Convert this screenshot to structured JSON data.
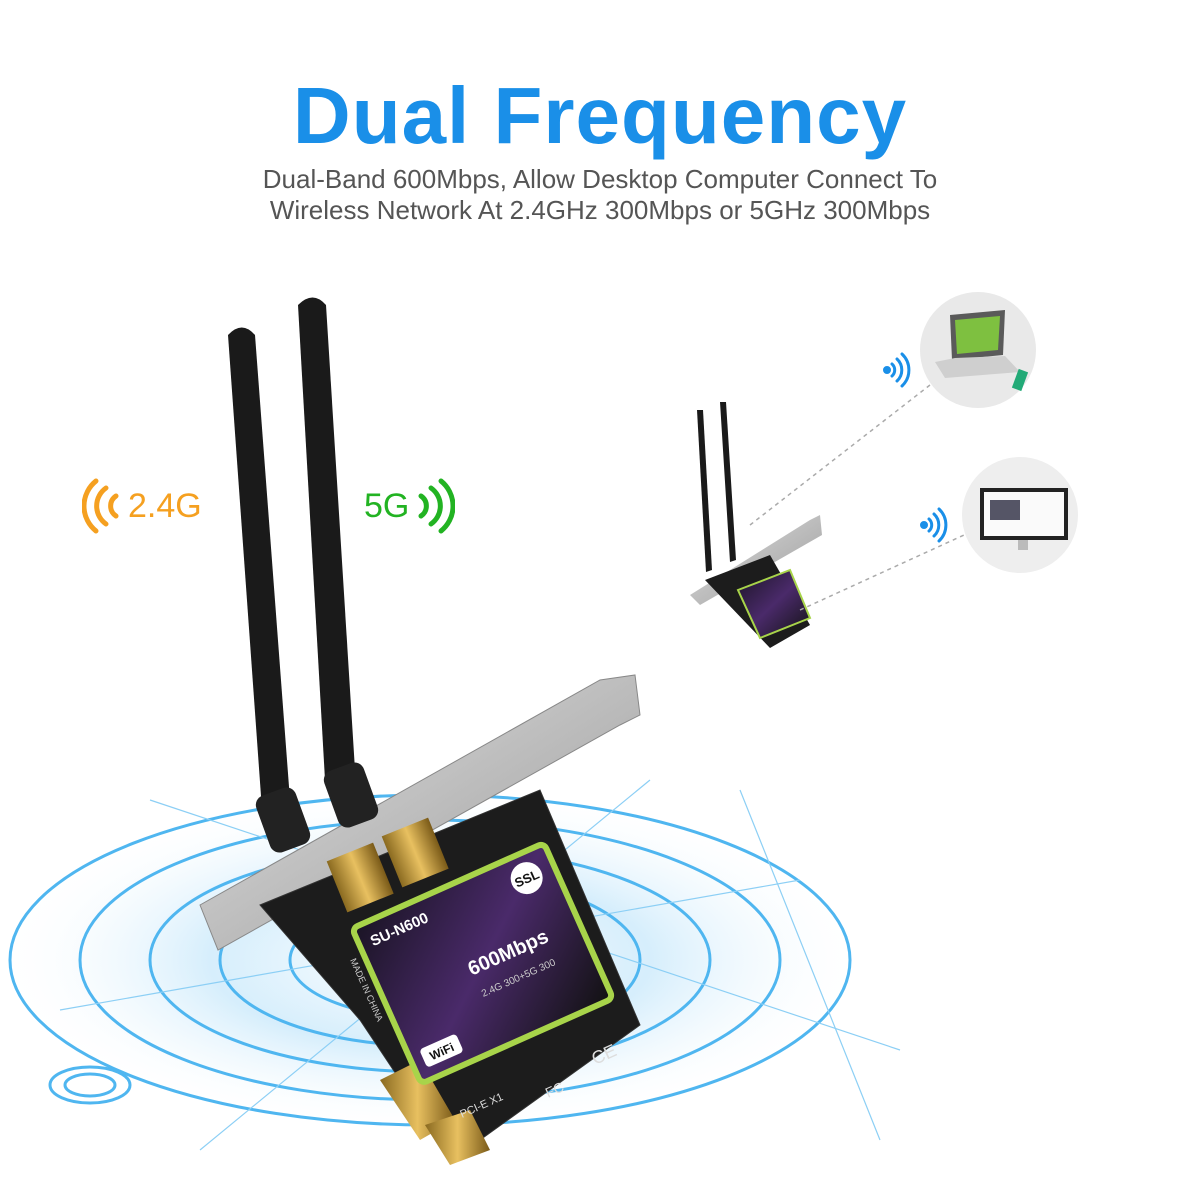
{
  "header": {
    "title": "Dual Frequency",
    "subtitle_line1": "Dual-Band 600Mbps, Allow Desktop Computer Connect To",
    "subtitle_line2": "Wireless Network At 2.4GHz 300Mbps or 5GHz 300Mbps"
  },
  "bands": [
    {
      "label": "2.4G",
      "color": "#f5a020",
      "icon": "wifi-waves-icon"
    },
    {
      "label": "5G",
      "color": "#22b322",
      "icon": "wifi-waves-icon"
    }
  ],
  "product": {
    "brand": "SSL",
    "model": "SU-N600",
    "speed": "600Mbps",
    "speed_detail": "2.4G 300+5G 300",
    "origin": "MADE IN CHINA",
    "interface": "PCI-E X1",
    "wifi_logo": "WiFi",
    "cert_ce": "CE",
    "cert_fc": "FC"
  },
  "colors": {
    "title": "#1a8fe8",
    "subtitle": "#555555",
    "rings": "#4fb6f0",
    "wifi_icon": "#1a8fe8"
  }
}
